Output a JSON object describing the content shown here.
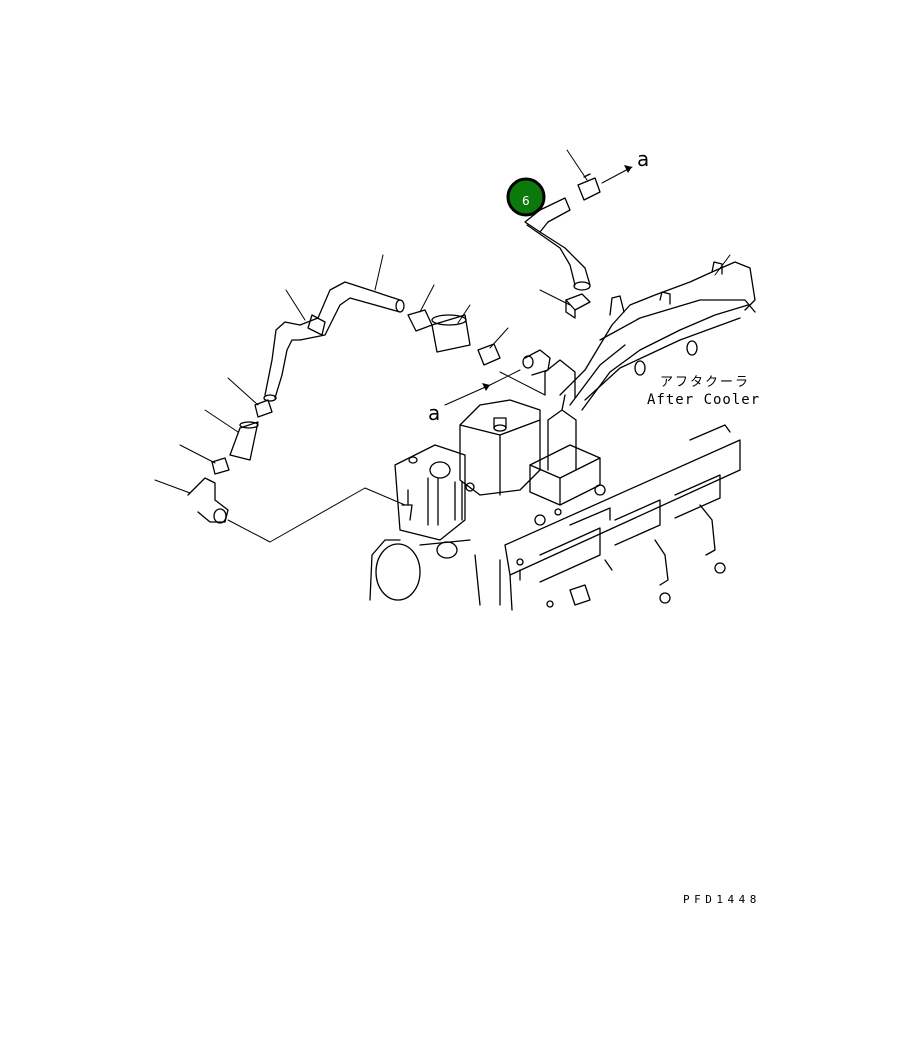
{
  "labels": {
    "a_top": "a",
    "a_left": "a",
    "aftercooler_jp": "アフタクーラ",
    "aftercooler_en": "After Cooler",
    "drawing_code": "PFD1448"
  },
  "callout": {
    "number": "6",
    "color": "#0b7a0b"
  }
}
